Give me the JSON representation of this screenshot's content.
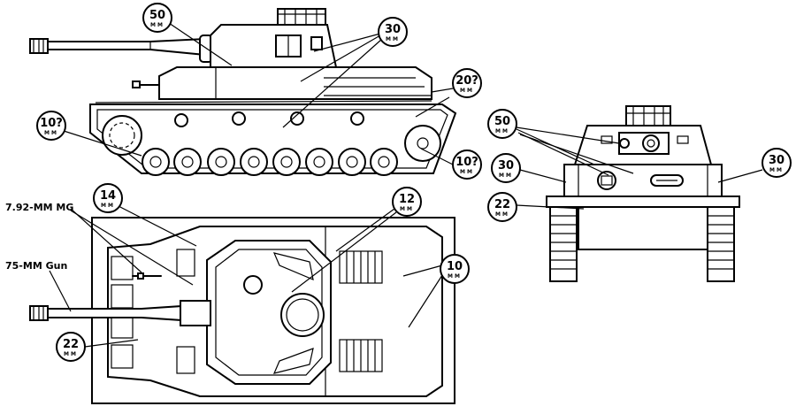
{
  "unit": "MM",
  "badges": [
    {
      "id": "side-turret",
      "value": "50"
    },
    {
      "id": "side-hull-upper",
      "value": "30"
    },
    {
      "id": "side-rear-upper",
      "value": "20?"
    },
    {
      "id": "side-front-lower",
      "value": "10?"
    },
    {
      "id": "side-rear-lower",
      "value": "10?"
    },
    {
      "id": "front-turret",
      "value": "50"
    },
    {
      "id": "front-left-30",
      "value": "30"
    },
    {
      "id": "front-right-30",
      "value": "30"
    },
    {
      "id": "front-lower-22",
      "value": "22"
    },
    {
      "id": "top-14",
      "value": "14"
    },
    {
      "id": "top-12",
      "value": "12"
    },
    {
      "id": "top-10",
      "value": "10"
    },
    {
      "id": "top-22",
      "value": "22"
    }
  ],
  "callouts": {
    "mg": "7.92-MM MG",
    "gun": "75-MM Gun"
  }
}
